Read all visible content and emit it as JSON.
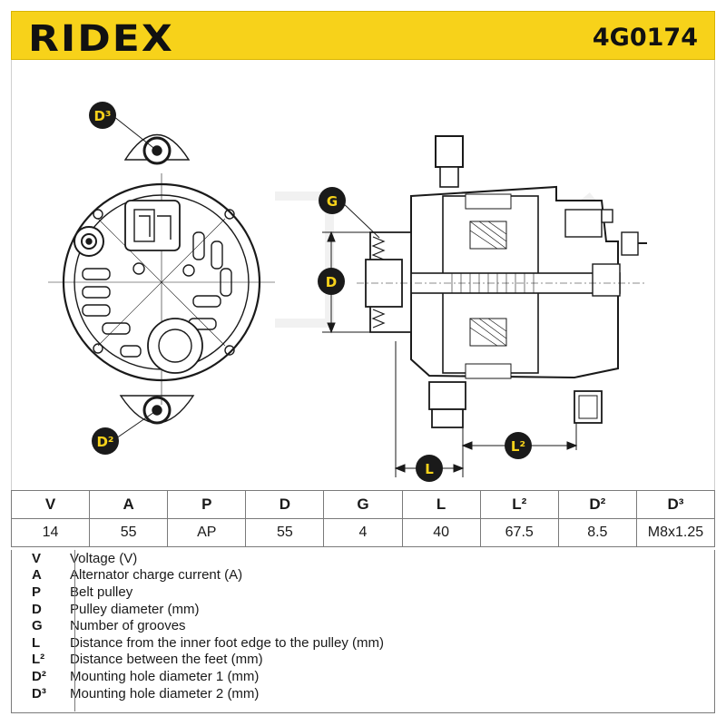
{
  "header": {
    "brand": "RIDEX",
    "part_number": "4G0174",
    "accent_color": "#f7d21a"
  },
  "drawing": {
    "labels": {
      "d3": "D³",
      "d2": "D²",
      "g": "G",
      "d": "D",
      "l": "L",
      "l2": "L²"
    }
  },
  "spec_table": {
    "headers": [
      "V",
      "A",
      "P",
      "D",
      "G",
      "L",
      "L²",
      "D²",
      "D³"
    ],
    "values": [
      "14",
      "55",
      "AP",
      "55",
      "4",
      "40",
      "67.5",
      "8.5",
      "M8x1.25"
    ]
  },
  "legend": [
    {
      "key": "V",
      "desc": "Voltage (V)"
    },
    {
      "key": "A",
      "desc": "Alternator charge current (A)"
    },
    {
      "key": "P",
      "desc": "Belt pulley"
    },
    {
      "key": "D",
      "desc": "Pulley diameter (mm)"
    },
    {
      "key": "G",
      "desc": "Number of grooves"
    },
    {
      "key": "L",
      "desc": "Distance from the inner foot edge to the pulley (mm)"
    },
    {
      "key": "L²",
      "desc": "Distance between the feet (mm)"
    },
    {
      "key": "D²",
      "desc": "Mounting hole diameter 1 (mm)"
    },
    {
      "key": "D³",
      "desc": "Mounting hole diameter 2 (mm)"
    }
  ]
}
